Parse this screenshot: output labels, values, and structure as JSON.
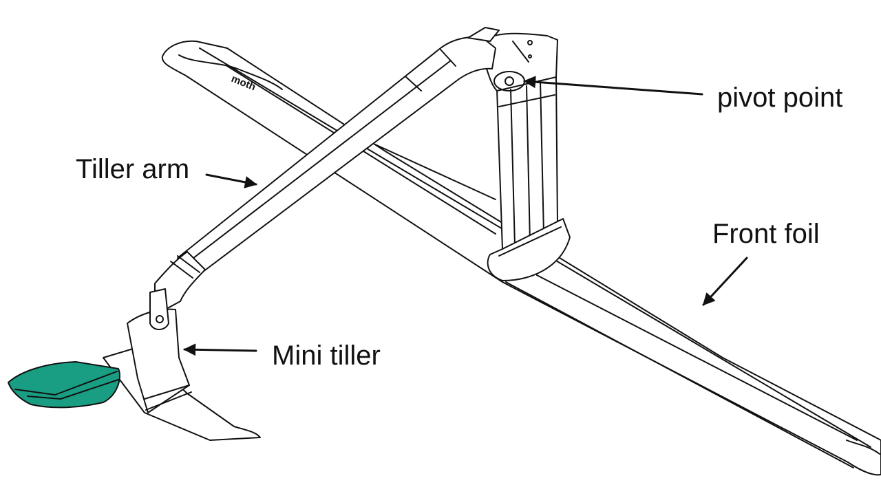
{
  "labels": {
    "pivot": "pivot point",
    "tiller_arm": "Tiller arm",
    "front_foil": "Front foil",
    "mini_tiller": "Mini tiller"
  },
  "brand_mark": "moth",
  "colors": {
    "line": "#111111",
    "accent_fill": "#1a9e83",
    "background": "#ffffff"
  }
}
